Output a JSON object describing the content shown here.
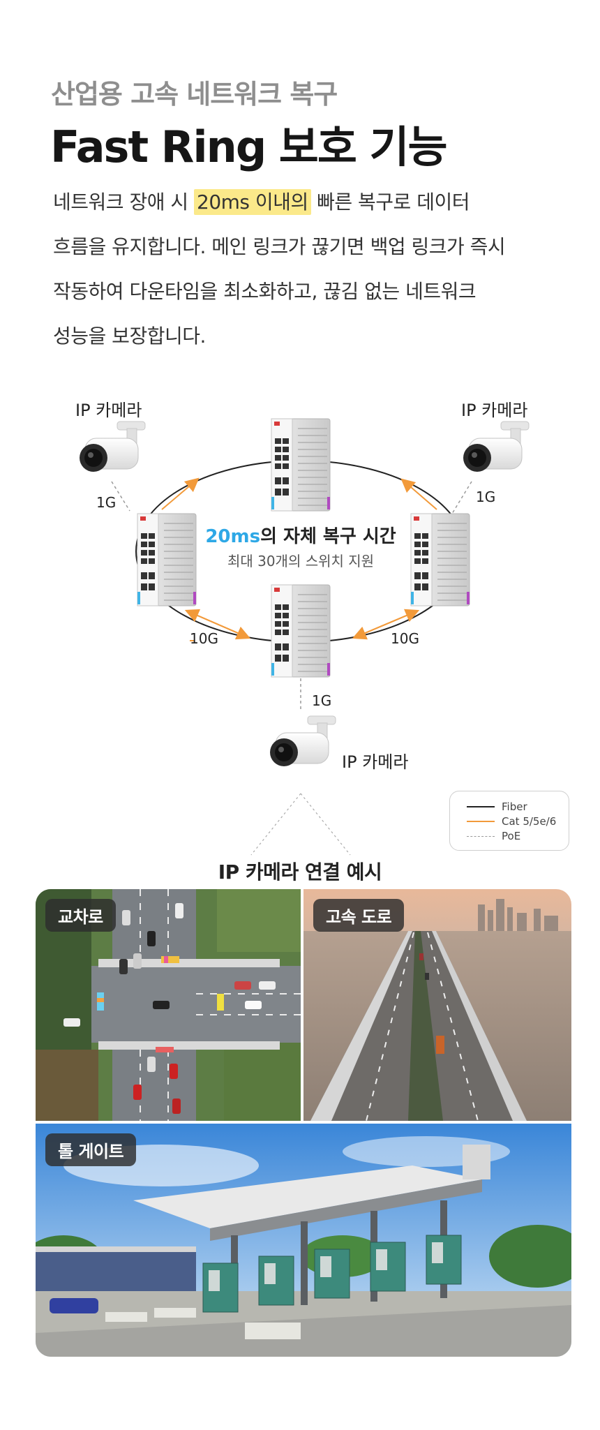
{
  "header": {
    "subtitle": "산업용 고속 네트워크 복구",
    "title": "Fast Ring 보호 기능",
    "desc_line1_before": "네트워크 장애 시 ",
    "desc_line1_highlight": "20ms 이내의",
    "desc_line1_after": " 빠른 복구로 데이터",
    "desc_line2": "흐름을 유지합니다. 메인 링크가 끊기면 백업 링크가 즉시",
    "desc_line3": "작동하여 다운타임을 최소화하고, 끊김 없는 네트워크",
    "desc_line4": "성능을 보장합니다."
  },
  "diagram": {
    "camera_label": "IP 카메라",
    "speed_1g": "1G",
    "speed_10g": "10G",
    "center_accent": "20ms",
    "center_main": "의 자체 복구 시간",
    "center_sub": "최대 30개의 스위치 지원",
    "colors": {
      "fiber": "#222222",
      "cat": "#f29a3a",
      "poe": "#999999",
      "accent": "#2ea8e6"
    }
  },
  "legend": {
    "fiber": "Fiber",
    "cat": "Cat 5/5e/6",
    "poe": "PoE"
  },
  "examples": {
    "title": "IP 카메라 연결 예시",
    "intersection": "교차로",
    "highway": "고속 도로",
    "tollgate": "톨 게이트"
  }
}
